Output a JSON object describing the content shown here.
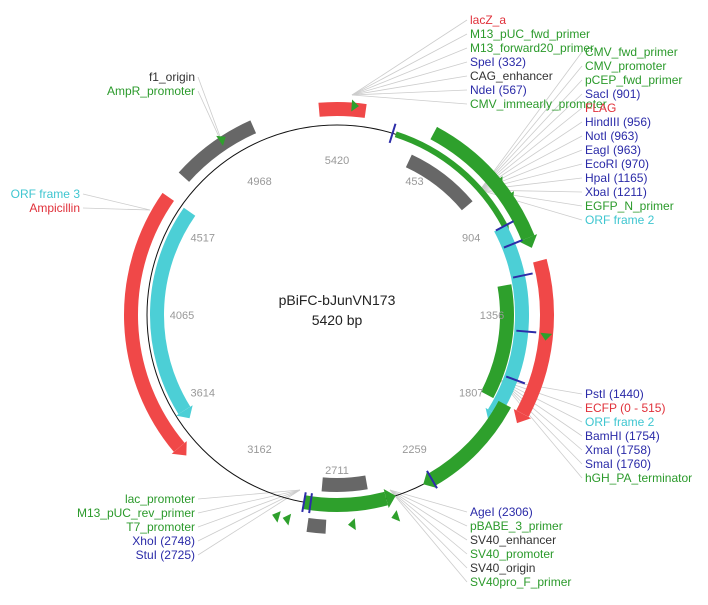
{
  "plasmid": {
    "name": "pBiFC-bJunVN173",
    "size_label": "5420 bp"
  },
  "ticks": [
    "5420",
    "453",
    "904",
    "1356",
    "1807",
    "2259",
    "2711",
    "3162",
    "3614",
    "4065",
    "4517",
    "4968"
  ],
  "colors": {
    "promoter": "#2ea02c",
    "cds": "#f04848",
    "orf": "#4ccfd6",
    "misc": "#676767",
    "site": "#2c2ca8",
    "primer": "#2ea02c"
  },
  "labels": {
    "top_right": [
      {
        "text": "lacZ_a",
        "color": "#e0303a"
      },
      {
        "text": "M13_pUC_fwd_primer",
        "color": "#2b9a2b"
      },
      {
        "text": "M13_forward20_primer",
        "color": "#2b9a2b"
      },
      {
        "text": "SpeI (332)",
        "color": "#2a2aa8"
      },
      {
        "text": "CAG_enhancer",
        "color": "#333333"
      },
      {
        "text": "NdeI (567)",
        "color": "#2a2aa8"
      },
      {
        "text": "CMV_immearly_promoter",
        "color": "#2b9a2b"
      }
    ],
    "right_upper": [
      {
        "text": "CMV_fwd_primer",
        "color": "#2b9a2b"
      },
      {
        "text": "CMV_promoter",
        "color": "#2b9a2b"
      },
      {
        "text": "pCEP_fwd_primer",
        "color": "#2b9a2b"
      },
      {
        "text": "SacI (901)",
        "color": "#2a2aa8"
      },
      {
        "text": "FLAG",
        "color": "#e0303a"
      },
      {
        "text": "HindIII (956)",
        "color": "#2a2aa8"
      },
      {
        "text": "NotI (963)",
        "color": "#2a2aa8"
      },
      {
        "text": "EagI (963)",
        "color": "#2a2aa8"
      },
      {
        "text": "EcoRI (970)",
        "color": "#2a2aa8"
      },
      {
        "text": "HpaI (1165)",
        "color": "#2a2aa8"
      },
      {
        "text": "XbaI (1211)",
        "color": "#2a2aa8"
      },
      {
        "text": "EGFP_N_primer",
        "color": "#2b9a2b"
      },
      {
        "text": "ORF frame 2",
        "color": "#3fc6d0"
      }
    ],
    "right_lower": [
      {
        "text": "PstI (1440)",
        "color": "#2a2aa8"
      },
      {
        "text": "ECFP (0 - 515)",
        "color": "#e0303a"
      },
      {
        "text": "ORF frame 2",
        "color": "#3fc6d0"
      },
      {
        "text": "BamHI (1754)",
        "color": "#2a2aa8"
      },
      {
        "text": "XmaI (1758)",
        "color": "#2a2aa8"
      },
      {
        "text": "SmaI (1760)",
        "color": "#2a2aa8"
      },
      {
        "text": "hGH_PA_terminator",
        "color": "#2b9a2b"
      }
    ],
    "bottom_center": [
      {
        "text": "AgeI (2306)",
        "color": "#2a2aa8"
      },
      {
        "text": "pBABE_3_primer",
        "color": "#2b9a2b"
      },
      {
        "text": "SV40_enhancer",
        "color": "#333333"
      },
      {
        "text": "SV40_promoter",
        "color": "#2b9a2b"
      },
      {
        "text": "SV40_origin",
        "color": "#333333"
      },
      {
        "text": "SV40pro_F_primer",
        "color": "#2b9a2b"
      }
    ],
    "bottom_left": [
      {
        "text": "lac_promoter",
        "color": "#2b9a2b"
      },
      {
        "text": "M13_pUC_rev_primer",
        "color": "#2b9a2b"
      },
      {
        "text": "T7_promoter",
        "color": "#2b9a2b"
      },
      {
        "text": "XhoI (2748)",
        "color": "#2a2aa8"
      },
      {
        "text": "StuI (2725)",
        "color": "#2a2aa8"
      }
    ],
    "top_left": [
      {
        "text": "f1_origin",
        "color": "#333333"
      },
      {
        "text": "AmpR_promoter",
        "color": "#2b9a2b"
      }
    ],
    "left": [
      {
        "text": "ORF frame 3",
        "color": "#3fc6d0"
      },
      {
        "text": "Ampicillin",
        "color": "#e0303a"
      }
    ]
  }
}
